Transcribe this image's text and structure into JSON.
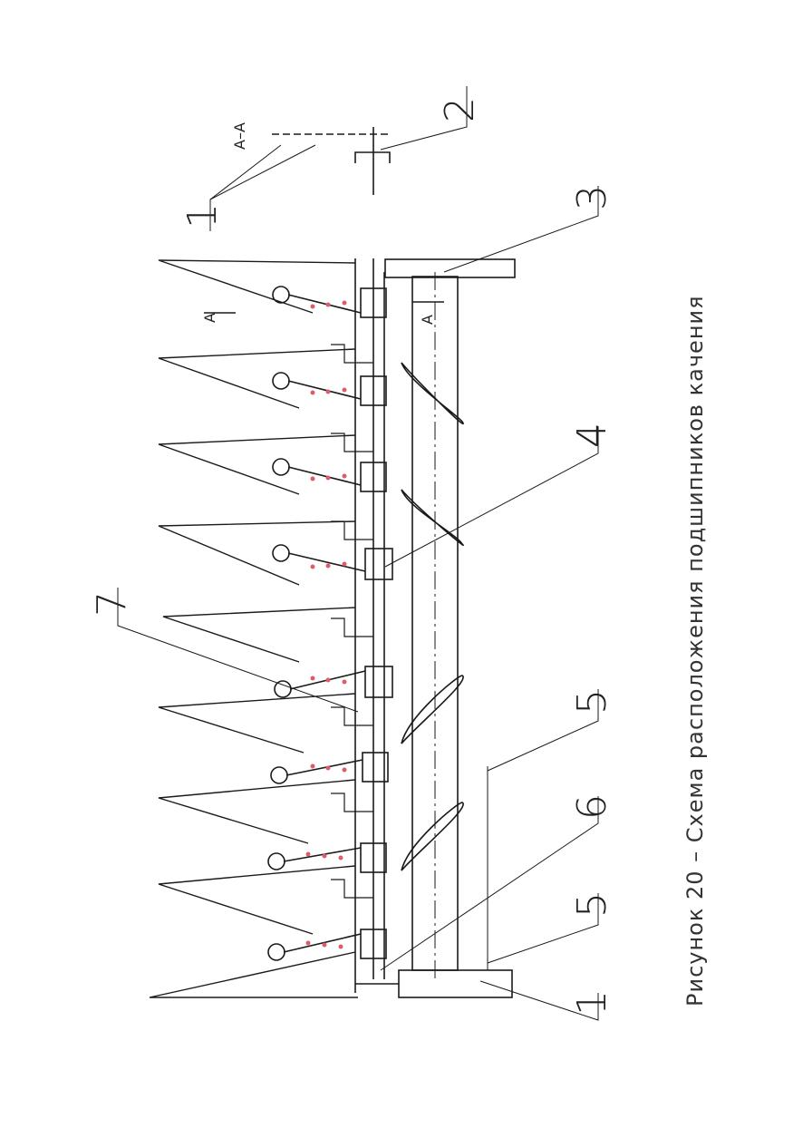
{
  "figure": {
    "caption": "Рисунок 20  –  Схема расположения подшипников качения",
    "section_label": "А–А",
    "section_mark_left": "А",
    "section_mark_right": "А",
    "callouts": [
      "1",
      "2",
      "3",
      "4",
      "5",
      "6",
      "5",
      "1",
      "7"
    ]
  },
  "colors": {
    "line": "#1a1a1a",
    "bearing_marks": "#e05a6a",
    "background": "#ffffff"
  }
}
